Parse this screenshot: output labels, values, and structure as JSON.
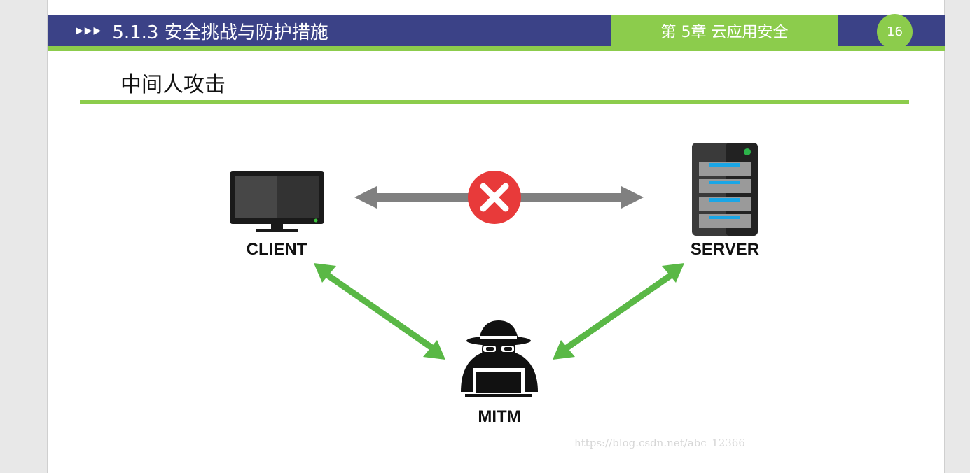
{
  "header": {
    "arrows": "▶▶▶",
    "section_title": "5.1.3  安全挑战与防护措施",
    "chapter": "第 5章  云应用安全",
    "page_number": "16"
  },
  "slide": {
    "title": "中间人攻击"
  },
  "diagram": {
    "client_label": "CLIENT",
    "server_label": "SERVER",
    "mitm_label": "MITM"
  },
  "watermark": "https://blog.csdn.net/abc_12366",
  "colors": {
    "header_blue": "#3b4287",
    "accent_green": "#8ccc4c",
    "arrow_green": "#5ab846",
    "arrow_gray": "#808080",
    "block_red": "#e83a3a",
    "server_stripe": "#1aa6e6"
  },
  "icons": [
    "monitor-icon",
    "server-icon",
    "hacker-icon",
    "blocked-x-icon"
  ]
}
